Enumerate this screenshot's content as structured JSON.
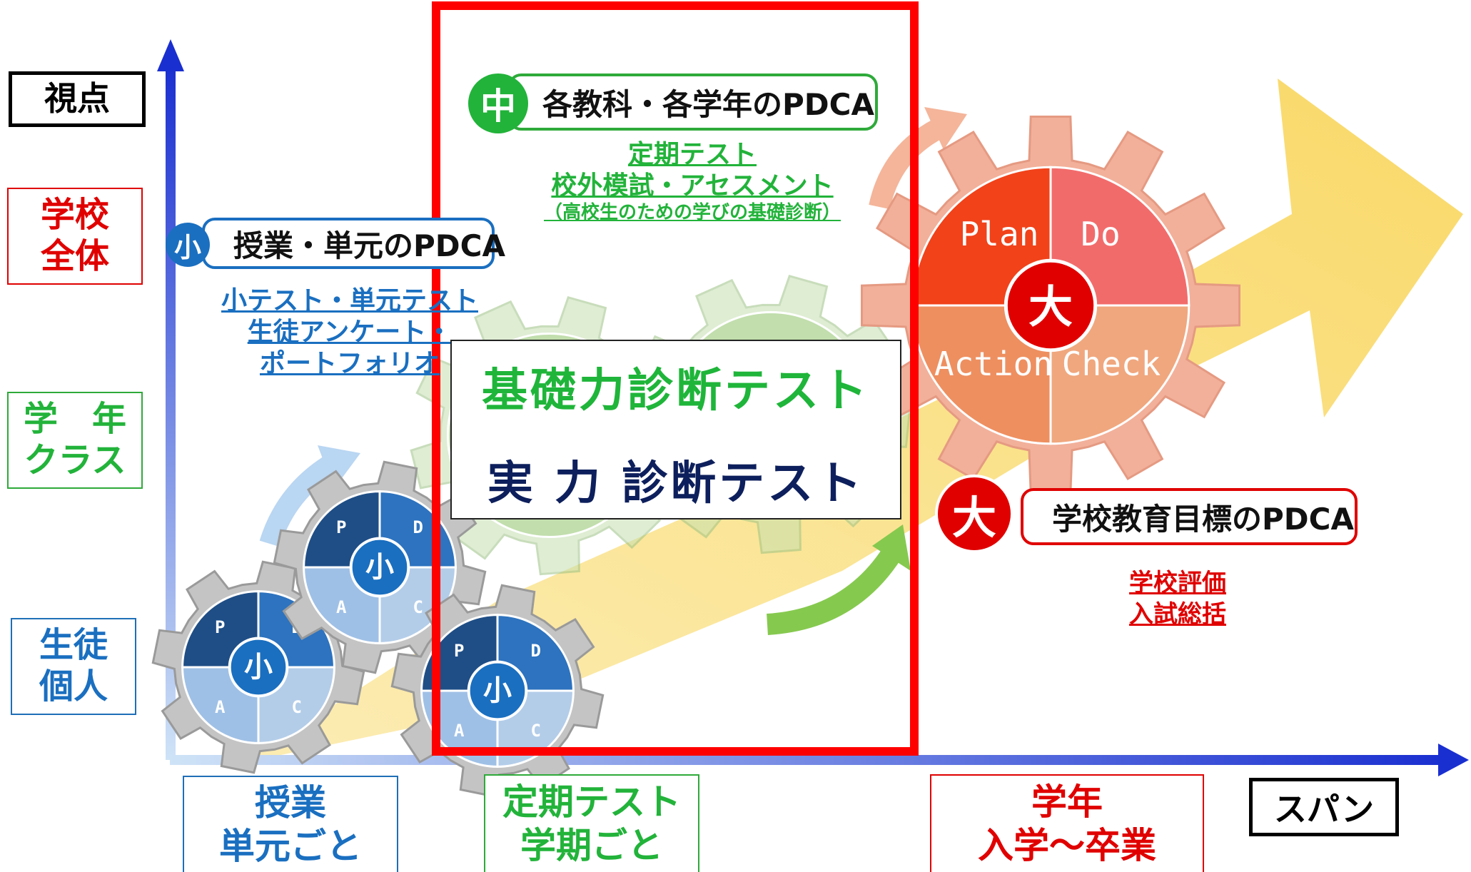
{
  "axes": {
    "vertical_title": "視点",
    "horizontal_title": "スパン"
  },
  "vertical_levels": [
    {
      "label": "学校\n全体",
      "color": "#e00000"
    },
    {
      "label": "学　年\nクラス",
      "color": "#22b33a"
    },
    {
      "label": "生徒\n個人",
      "color": "#1a6fc0"
    }
  ],
  "span_levels": [
    {
      "label": "授業\n単元ごと",
      "color": "#1a6fc0"
    },
    {
      "label": "定期テスト\n学期ごと",
      "color": "#22b33a"
    },
    {
      "label": "学年\n入学～卒業",
      "color": "#e00000"
    }
  ],
  "pdca_small": {
    "badge": "小",
    "title": "授業・単元のPDCA",
    "items": [
      "小テスト・単元テスト",
      "生徒アンケート・",
      "ポートフォリオ"
    ],
    "color": "#1a6fc0"
  },
  "pdca_medium": {
    "badge": "中",
    "title": "各教科・各学年のPDCA",
    "items": [
      "定期テスト",
      "校外模試・アセスメント",
      "（高校生のための学びの基礎診断）"
    ],
    "color": "#22b33a"
  },
  "pdca_large": {
    "badge": "大",
    "title": "学校教育目標のPDCA",
    "items": [
      "学校評価",
      "入試総括"
    ],
    "color": "#e00000"
  },
  "big_gear": {
    "plan": "Plan",
    "do": "Do",
    "action": "Action",
    "check": "Check",
    "center": "大"
  },
  "small_gear": {
    "p": "P",
    "d": "D",
    "a": "A",
    "c": "C",
    "center": "小"
  },
  "center_box": {
    "line1": "基礎力診断テスト",
    "line2": "実 力 診断テスト",
    "line1_color": "#1fb53a",
    "line2_color": "#0d1f5c"
  },
  "highlight_color": "#ff0000"
}
